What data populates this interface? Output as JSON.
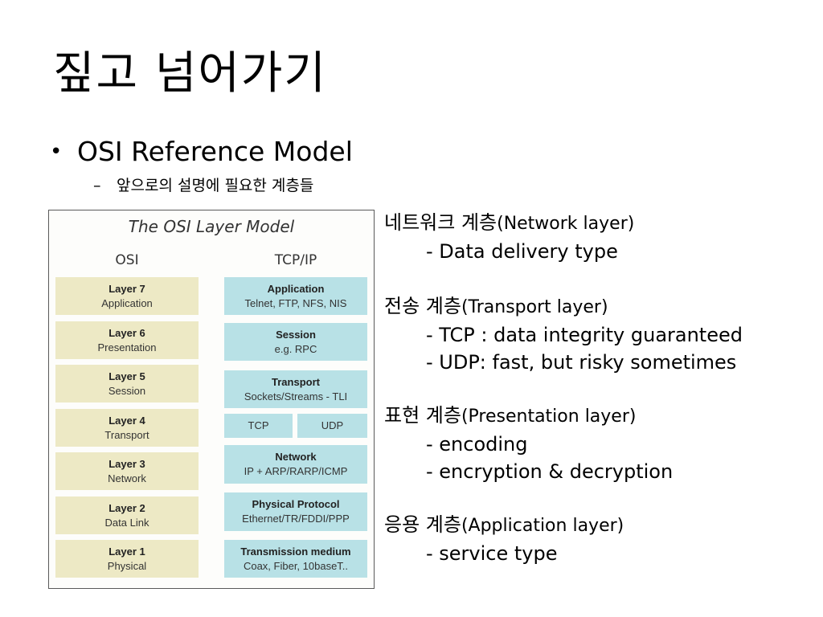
{
  "slide": {
    "title": "짚고 넘어가기",
    "bullet_symbol": "•",
    "bullet": "OSI Reference Model",
    "sub_dash": "–",
    "sub_bullet": "앞으로의 설명에 필요한 계층들"
  },
  "figure": {
    "title": "The OSI Layer Model",
    "osi_header": "OSI",
    "tcp_header": "TCP/IP",
    "osi_layers": [
      {
        "name": "Layer 7",
        "desc": "Application"
      },
      {
        "name": "Layer 6",
        "desc": "Presentation"
      },
      {
        "name": "Layer 5",
        "desc": "Session"
      },
      {
        "name": "Layer 4",
        "desc": "Transport"
      },
      {
        "name": "Layer 3",
        "desc": "Network"
      },
      {
        "name": "Layer 2",
        "desc": "Data Link"
      },
      {
        "name": "Layer 1",
        "desc": "Physical"
      }
    ],
    "tcp_layers": {
      "application": {
        "name": "Application",
        "desc": "Telnet, FTP, NFS, NIS"
      },
      "session": {
        "name": "Session",
        "desc": "e.g. RPC"
      },
      "transport": {
        "name": "Transport",
        "desc": "Sockets/Streams - TLI"
      },
      "tcp": "TCP",
      "udp": "UDP",
      "network": {
        "name": "Network",
        "desc": "IP + ARP/RARP/ICMP"
      },
      "physical_protocol": {
        "name": "Physical Protocol",
        "desc": "Ethernet/TR/FDDI/PPP"
      },
      "transmission": {
        "name": "Transmission medium",
        "desc": "Coax, Fiber, 10baseT.."
      }
    }
  },
  "notes": [
    {
      "head_ko": "네트워크 계층",
      "head_en": "(Network layer)",
      "items": [
        "- Data delivery type"
      ]
    },
    {
      "head_ko": "전송 계층",
      "head_en": "(Transport layer)",
      "items": [
        "- TCP : data integrity guaranteed",
        "- UDP: fast, but risky sometimes"
      ]
    },
    {
      "head_ko": "표현 계층",
      "head_en": "(Presentation layer)",
      "items": [
        "- encoding",
        "- encryption & decryption"
      ]
    },
    {
      "head_ko": "응용 계층",
      "head_en": "(Application layer)",
      "items": [
        "- service type"
      ]
    }
  ],
  "colors": {
    "osi_box": "#ede9c5",
    "tcp_box": "#b8e1e6"
  }
}
